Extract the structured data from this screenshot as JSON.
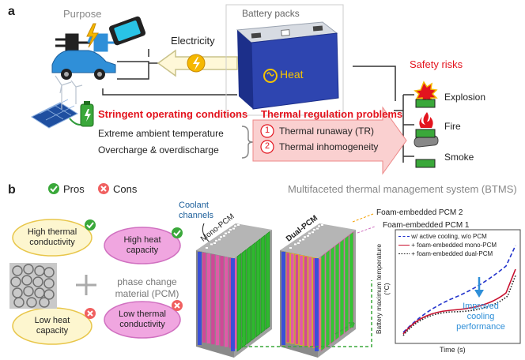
{
  "panel_a": {
    "letter": "a",
    "purpose": "Purpose",
    "electricity": "Electricity",
    "battery_packs": "Battery packs",
    "heat": "Heat",
    "safety_risks": "Safety risks",
    "risks": [
      "Explosion",
      "Fire",
      "Smoke"
    ],
    "conditions_title": "Stringent operating conditions",
    "conditions": [
      "Extreme ambient temperature",
      "Overcharge & overdischarge"
    ],
    "problems_title": "Thermal regulation problems",
    "problems": [
      {
        "num": "1",
        "text": "Thermal runaway (TR)"
      },
      {
        "num": "2",
        "text": "Thermal inhomogeneity"
      }
    ]
  },
  "panel_b": {
    "letter": "b",
    "pros": "Pros",
    "cons": "Cons",
    "system_title": "Multifaceted thermal management system (BTMS)",
    "pros_items": [
      "High thermal conductivity",
      "High heat capacity"
    ],
    "cons_items": [
      "Low heat capacity",
      "Low thermal conductivity"
    ],
    "pcm": "phase change material (PCM)",
    "coolant": "Coolant channels",
    "mono": "Mono-PCM",
    "dual": "Dual-PCM",
    "pcm2": "Foam-embedded PCM 2",
    "pcm1": "Foam-embedded  PCM 1",
    "legend": [
      {
        "name": "w/ active cooling, w/o PCM",
        "color": "#2233cc",
        "dash": "dashed"
      },
      {
        "name": "+ foam-embedded mono-PCM",
        "color": "#c8102e",
        "dash": "solid"
      },
      {
        "name": "+ foam-embedded dual-PCM",
        "color": "#222222",
        "dash": "dotted"
      }
    ],
    "ylabel": "Battery maximum temperature (°C)",
    "xlabel": "Time (s)",
    "improved": "Improved cooling performance"
  },
  "colors": {
    "red": "#e3141e",
    "green": "#3aa83a",
    "blue": "#2f8fd8",
    "pink": "#e05aa8"
  }
}
